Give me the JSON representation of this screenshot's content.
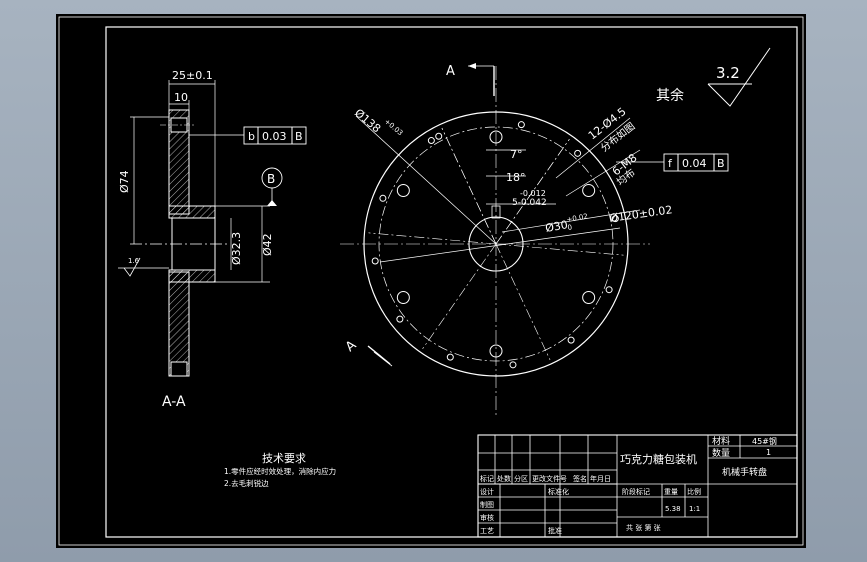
{
  "colors": {
    "background": "#000000",
    "line": "#ffffff",
    "dashed": "#ffffff",
    "viewport_bg": "#a3afbd"
  },
  "section_view": {
    "dim_top": "25±0.1",
    "dim_inner": "10",
    "dia_74": "Ø74",
    "dia_32": "Ø32.3",
    "dia_42": "Ø42",
    "roughness_left": "1.6",
    "datum_b": "B",
    "tolerance_b": [
      "b",
      "0.03",
      "B"
    ],
    "label": "A-A"
  },
  "front_view": {
    "section_a_top": "A",
    "section_a_bottom": "A",
    "dia_138": "Ø138",
    "dia_138_tol": "+0.03",
    "hole_pattern_12": "12-Ø4.5",
    "hole_pattern_12_note": "分布如图",
    "hole_pattern_6": "6-M8",
    "hole_pattern_6_note": "均布",
    "tolerance_f": [
      "f",
      "0.04",
      "B"
    ],
    "angle_7": "7°",
    "angle_18": "18°",
    "keyway_upper": "-0.012",
    "keyway_lower": "5-0.042",
    "dia_30": "Ø30",
    "dia_30_tol": "+0.02",
    "dia_30_tol2": "0",
    "dia_120": "Ø120±0.02",
    "roughness_rest_label": "其余",
    "roughness_rest_value": "3.2"
  },
  "tech_requirements": {
    "title": "技术要求",
    "items": [
      "1.零件应经时效处理，消除内应力",
      "2.去毛刺锐边"
    ]
  },
  "title_block": {
    "product": "巧克力糖包装机",
    "material_label": "材料",
    "material_value": "45#钢",
    "quantity_label": "数量",
    "quantity_value": "1",
    "part_name": "机械手转盘",
    "header_cells": [
      "标记",
      "处数",
      "分区",
      "更改文件号",
      "签名",
      "年月日"
    ],
    "design": "设计",
    "standardize": "标准化",
    "drawn": "制图",
    "check": "审核",
    "process": "工艺",
    "approve": "批准",
    "stage_mark": "阶段标记",
    "weight": "重量",
    "scale": "比例",
    "weight_value": "5.38",
    "scale_value": "1:1",
    "sheets": "共 张 第 张"
  }
}
